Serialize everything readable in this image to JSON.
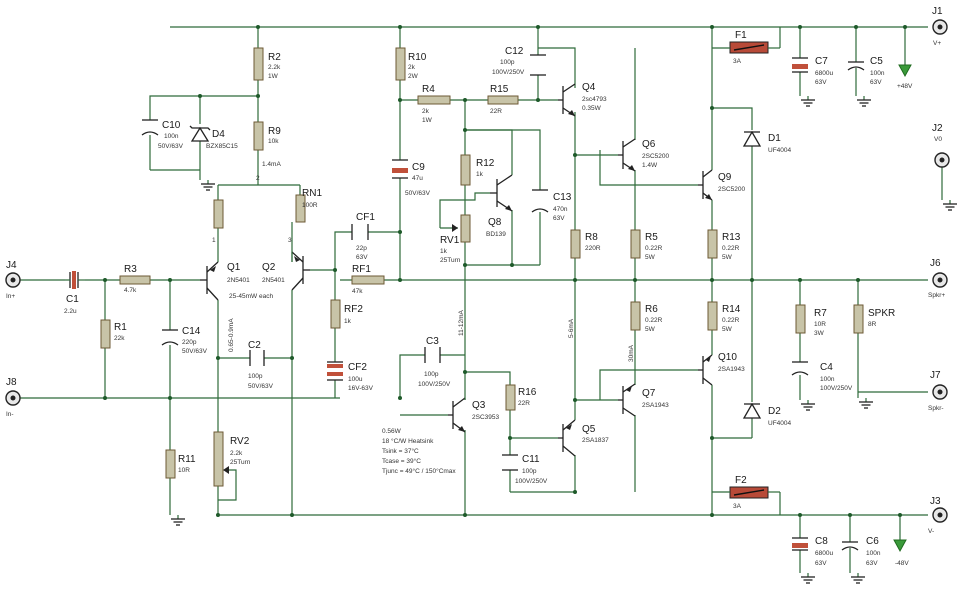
{
  "components": {
    "J1": {
      "ref": "J1",
      "val": "V+"
    },
    "J2": {
      "ref": "J2",
      "val": "V0"
    },
    "J3": {
      "ref": "J3",
      "val": "V-"
    },
    "J4": {
      "ref": "J4",
      "val": "In+"
    },
    "J6": {
      "ref": "J6",
      "val": "Spkr+"
    },
    "J7": {
      "ref": "J7",
      "val": "Spkr-"
    },
    "J8": {
      "ref": "J8",
      "val": "In-"
    },
    "R1": {
      "ref": "R1",
      "v1": "22k"
    },
    "R2": {
      "ref": "R2",
      "v1": "2.2k",
      "v2": "1W"
    },
    "R3": {
      "ref": "R3",
      "v1": "4.7k"
    },
    "R4": {
      "ref": "R4",
      "v1": "2k",
      "v2": "1W"
    },
    "R5": {
      "ref": "R5",
      "v1": "0.22R",
      "v2": "5W"
    },
    "R6": {
      "ref": "R6",
      "v1": "0.22R",
      "v2": "5W"
    },
    "R7": {
      "ref": "R7",
      "v1": "10R",
      "v2": "3W"
    },
    "R8": {
      "ref": "R8",
      "v1": "220R"
    },
    "R9": {
      "ref": "R9",
      "v1": "10k"
    },
    "R10": {
      "ref": "R10",
      "v1": "2k",
      "v2": "2W"
    },
    "R11": {
      "ref": "R11",
      "v1": "10R"
    },
    "R12": {
      "ref": "R12",
      "v1": "1k"
    },
    "R13": {
      "ref": "R13",
      "v1": "0.22R",
      "v2": "5W"
    },
    "R14": {
      "ref": "R14",
      "v1": "0.22R",
      "v2": "5W"
    },
    "R15": {
      "ref": "R15",
      "v1": "22R"
    },
    "R16": {
      "ref": "R16",
      "v1": "22R"
    },
    "RN1": {
      "ref": "RN1",
      "v1": "100R"
    },
    "RF1": {
      "ref": "RF1",
      "v1": "47k"
    },
    "RF2": {
      "ref": "RF2",
      "v1": "1k"
    },
    "RV1": {
      "ref": "RV1",
      "v1": "1k",
      "v2": "25Turn"
    },
    "RV2": {
      "ref": "RV2",
      "v1": "2.2k",
      "v2": "25Turn"
    },
    "SPKR": {
      "ref": "SPKR",
      "v1": "8R"
    },
    "C1": {
      "ref": "C1",
      "v1": "2.2u"
    },
    "C2": {
      "ref": "C2",
      "v1": "100p",
      "v2": "50V/63V"
    },
    "C3": {
      "ref": "C3",
      "v1": "100p",
      "v2": "100V/250V"
    },
    "C4": {
      "ref": "C4",
      "v1": "100n",
      "v2": "100V/250V"
    },
    "C5": {
      "ref": "C5",
      "v1": "100n",
      "v2": "63V"
    },
    "C6": {
      "ref": "C6",
      "v1": "100n",
      "v2": "63V"
    },
    "C7": {
      "ref": "C7",
      "v1": "6800u",
      "v2": "63V"
    },
    "C8": {
      "ref": "C8",
      "v1": "6800u",
      "v2": "63V"
    },
    "C9": {
      "ref": "C9",
      "v1": "47u",
      "v2": "50V/63V"
    },
    "C10": {
      "ref": "C10",
      "v1": "100n",
      "v2": "50V/63V"
    },
    "C11": {
      "ref": "C11",
      "v1": "100p",
      "v2": "100V/250V"
    },
    "C12": {
      "ref": "C12",
      "v1": "100p",
      "v2": "100V/250V"
    },
    "C13": {
      "ref": "C13",
      "v1": "470n",
      "v2": "63V"
    },
    "C14": {
      "ref": "C14",
      "v1": "220p",
      "v2": "50V/63V"
    },
    "CF1": {
      "ref": "CF1",
      "v1": "22p",
      "v2": "63V"
    },
    "CF2": {
      "ref": "CF2",
      "v1": "100u",
      "v2": "16V-63V"
    },
    "D1": {
      "ref": "D1",
      "v1": "UF4004"
    },
    "D2": {
      "ref": "D2",
      "v1": "UF4004"
    },
    "D4": {
      "ref": "D4",
      "v1": "BZX85C15"
    },
    "F1": {
      "ref": "F1",
      "v1": "3A"
    },
    "F2": {
      "ref": "F2",
      "v1": "3A"
    },
    "Q1": {
      "ref": "Q1",
      "v1": "2N5401"
    },
    "Q2": {
      "ref": "Q2",
      "v1": "2N5401"
    },
    "Q3": {
      "ref": "Q3",
      "v1": "2SC3953"
    },
    "Q4": {
      "ref": "Q4",
      "v1": "2sc4793",
      "v2": "0.35W"
    },
    "Q5": {
      "ref": "Q5",
      "v1": "2SA1837"
    },
    "Q6": {
      "ref": "Q6",
      "v1": "2SC5200",
      "v2": "1.4W"
    },
    "Q7": {
      "ref": "Q7",
      "v1": "2SA1943"
    },
    "Q8": {
      "ref": "Q8",
      "v1": "BD139"
    },
    "Q9": {
      "ref": "Q9",
      "v1": "2SC5200"
    },
    "Q10": {
      "ref": "Q10",
      "v1": "2SA1943"
    }
  },
  "annotations": {
    "plus48": "+48V",
    "minus48": "-48V",
    "i_1_4mA": "1.4mA",
    "q12_each": "25-45mW each",
    "i_0_65": "0.65-0.9mA",
    "i_11_12": "11-12mA",
    "i_5_6": "5-6mA",
    "i_30": "30mA",
    "pin1": "1",
    "pin2": "2",
    "pin3": "3",
    "q3_lines": [
      "0.56W",
      "18 °C/W Heatsink",
      "Tsink = 37°C",
      "Tcase = 39°C",
      "Tjunc = 49°C / 150°Cmax"
    ]
  }
}
